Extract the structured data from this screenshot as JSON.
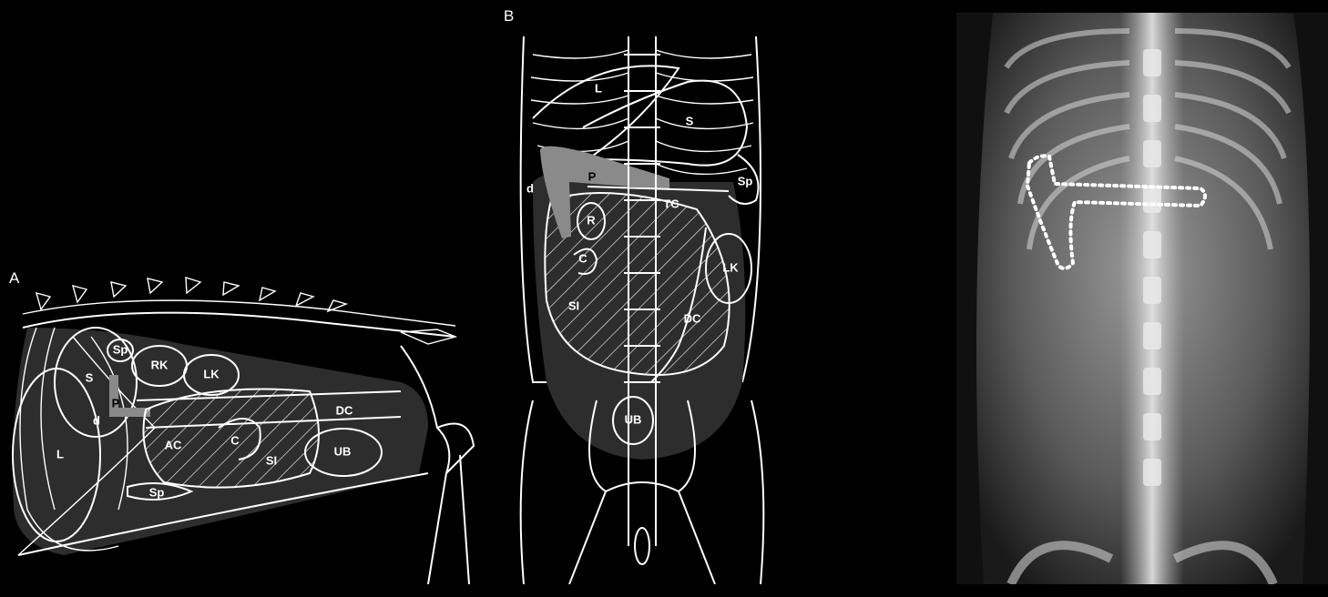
{
  "panel_a": {
    "letter": "A",
    "labels": {
      "sp_top": "Sp",
      "rk": "RK",
      "lk": "LK",
      "s": "S",
      "p": "P",
      "d": "d",
      "dc": "DC",
      "ac": "AC",
      "c": "C",
      "si": "SI",
      "ub": "UB",
      "l": "L",
      "sp_bottom": "Sp"
    }
  },
  "panel_b": {
    "letter": "B",
    "labels": {
      "l": "L",
      "s": "S",
      "p": "P",
      "d": "d",
      "sp": "Sp",
      "tc": "TC",
      "r": "R",
      "c": "C",
      "lk": "LK",
      "si": "SI",
      "dc": "DC",
      "ub": "UB"
    }
  },
  "panel_c": {
    "description_icon": "xray-image"
  },
  "colors": {
    "background": "#000000",
    "linework": "#ffffff",
    "organ_fill": "#2d2d2d",
    "pancreas": "#8a8a8a",
    "outline_dots": "#ffffff"
  }
}
